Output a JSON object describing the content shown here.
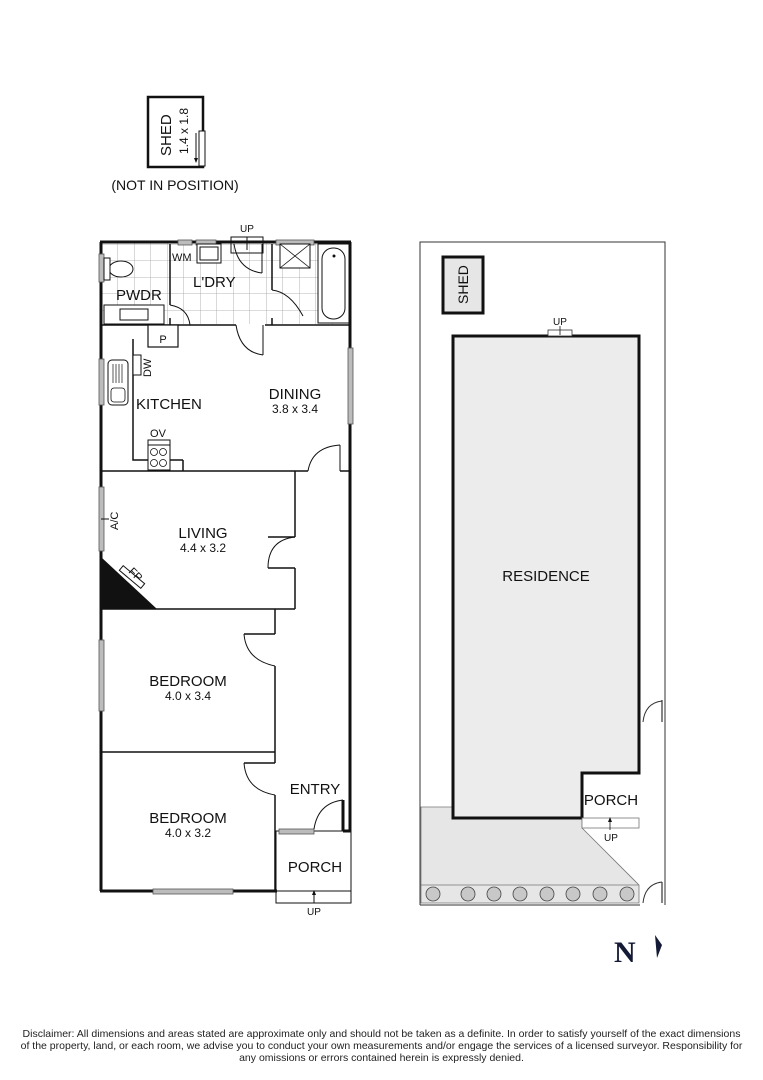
{
  "floor_plan": {
    "shed_detail": {
      "label": "SHED",
      "dimensions": "1.4 x 1.8",
      "note": "(NOT IN POSITION)"
    },
    "rooms": [
      {
        "name": "PWDR",
        "dimensions": ""
      },
      {
        "name": "L'DRY",
        "dimensions": ""
      },
      {
        "name": "KITCHEN",
        "dimensions": ""
      },
      {
        "name": "DINING",
        "dimensions": "3.8 x 3.4"
      },
      {
        "name": "LIVING",
        "dimensions": "4.4 x 3.2"
      },
      {
        "name": "BEDROOM",
        "dimensions": "4.0 x 3.4"
      },
      {
        "name": "BEDROOM",
        "dimensions": "4.0 x 3.2"
      },
      {
        "name": "ENTRY",
        "dimensions": ""
      },
      {
        "name": "PORCH",
        "dimensions": ""
      }
    ],
    "fixtures": {
      "wm": "WM",
      "pantry": "P",
      "dishwasher": "DW",
      "oven": "OV",
      "air_conditioner": "A/C",
      "fireplace": "FP"
    },
    "stairs_up_label": "UP"
  },
  "site_plan": {
    "shed_label": "SHED",
    "residence_label": "RESIDENCE",
    "porch_label": "PORCH",
    "up_label": "UP",
    "shrub_count": 8
  },
  "compass": {
    "letter": "N",
    "color": "#141a35"
  },
  "colors": {
    "wall": "#111111",
    "fill_gray": "#ececec",
    "window": "#9a9a9a",
    "tile_grid": "#9a9a9a"
  },
  "disclaimer": "Disclaimer: All dimensions and areas stated are approximate only and should not be taken as a definite. In order to satisfy yourself of the exact dimensions of the property, land, or each room, we advise you to conduct your own measurements and/or engage the services of a licensed surveyor. Responsibility for any omissions or errors contained herein is expressly denied."
}
